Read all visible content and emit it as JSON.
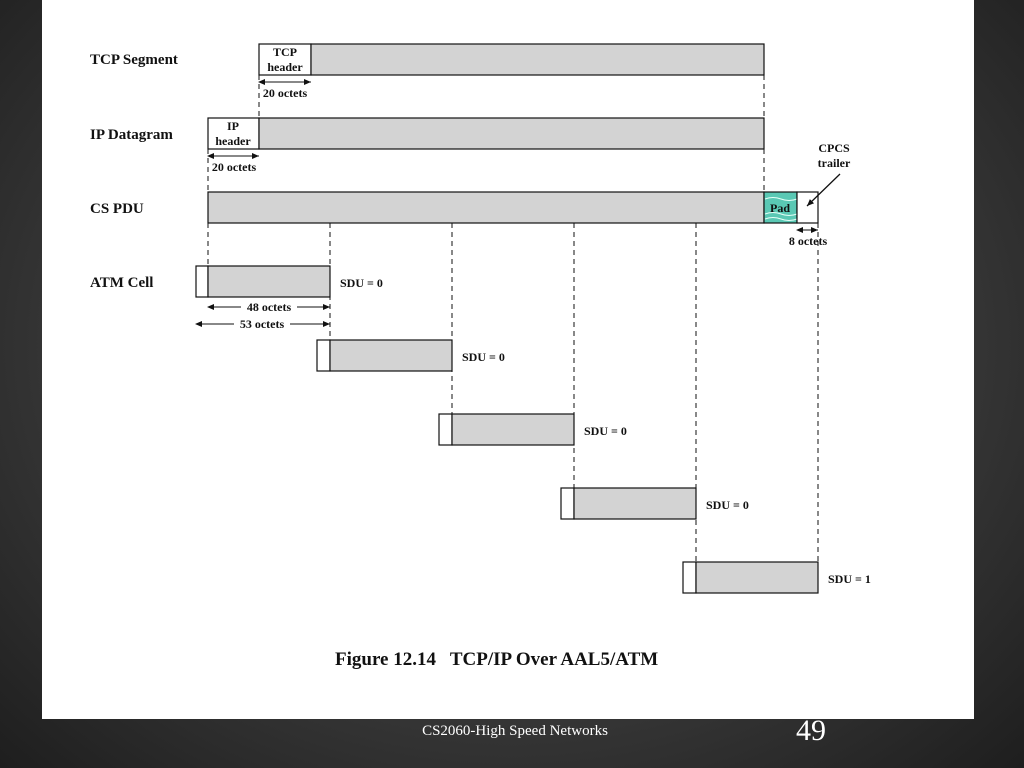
{
  "rows": {
    "tcp_segment": "TCP Segment",
    "ip_datagram": "IP Datagram",
    "cs_pdu": "CS PDU",
    "atm_cell": "ATM Cell"
  },
  "headers": {
    "tcp_header_line1": "TCP",
    "tcp_header_line2": "header",
    "ip_header_line1": "IP",
    "ip_header_line2": "header",
    "pad": "Pad",
    "cpcs_trailer_line1": "CPCS",
    "cpcs_trailer_line2": "trailer"
  },
  "dimensions": {
    "tcp_header_size": "20 octets",
    "ip_header_size": "20 octets",
    "trailer_size": "8 octets",
    "payload_size": "48 octets",
    "cell_size": "53 octets"
  },
  "cells": [
    {
      "sdu": "SDU = 0"
    },
    {
      "sdu": "SDU = 0"
    },
    {
      "sdu": "SDU = 0"
    },
    {
      "sdu": "SDU = 0"
    },
    {
      "sdu": "SDU = 1"
    }
  ],
  "caption": "Figure 12.14   TCP/IP Over AAL5/ATM",
  "footer": {
    "course": "CS2060-High Speed Networks",
    "page": "49"
  },
  "colors": {
    "box_fill": "#d3d3d3",
    "pad_fill": "#5ac8b4",
    "background": "#3a3a3a"
  }
}
